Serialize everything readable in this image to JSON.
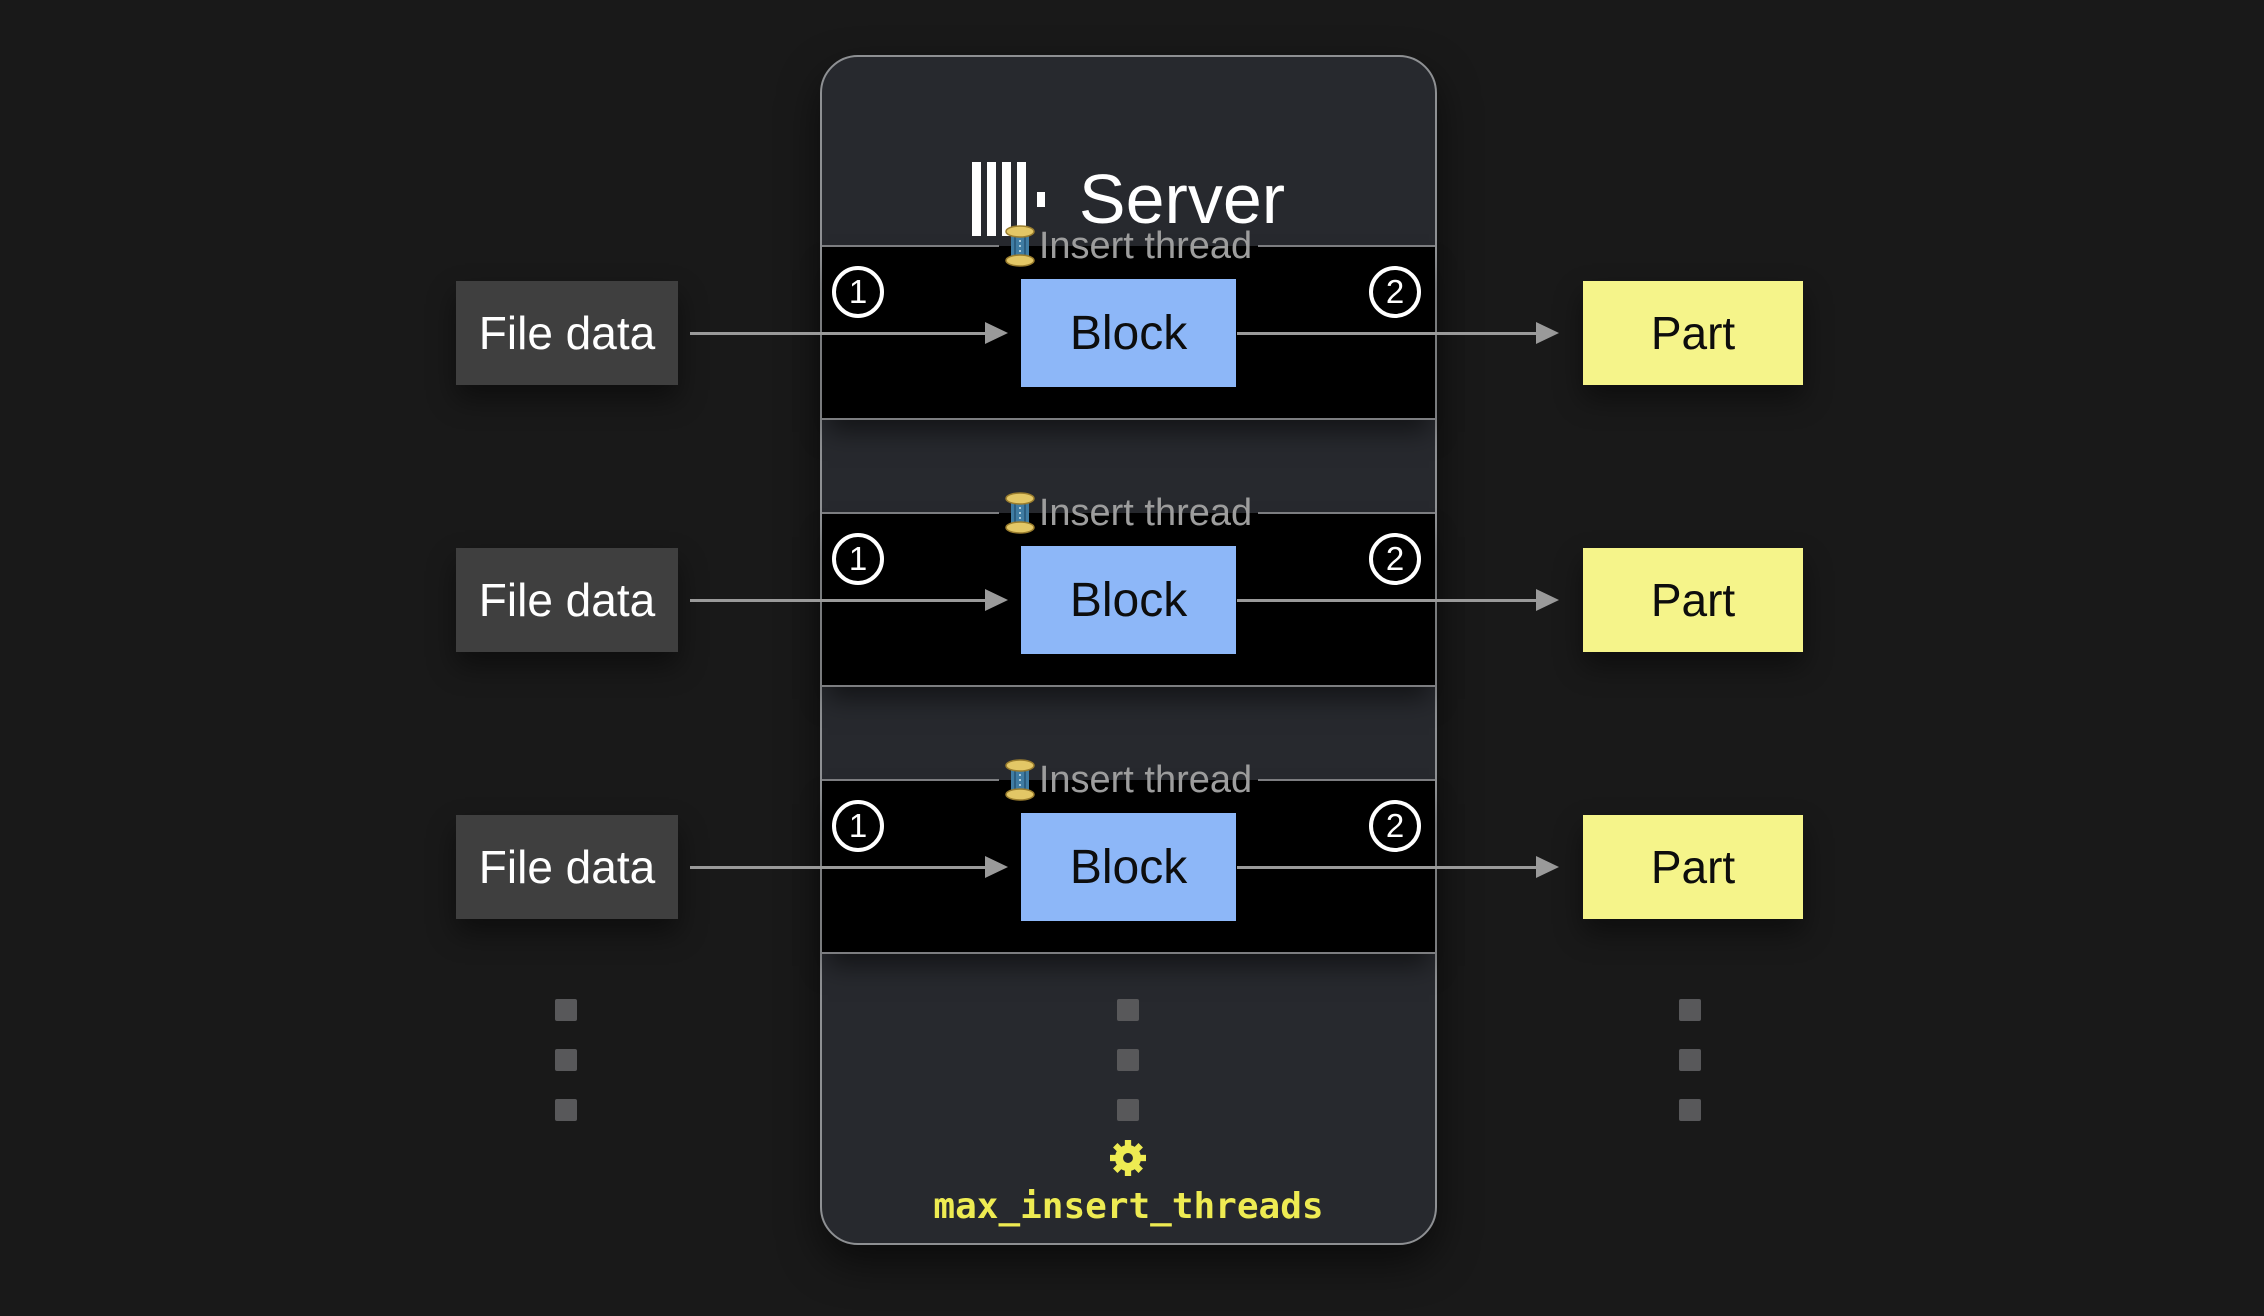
{
  "server": {
    "title": "Server",
    "logo_icon": "clickhouse-logo",
    "setting_label": "max_insert_threads",
    "setting_icon": "gear-icon"
  },
  "threads": [
    {
      "legend": "Insert thread",
      "icon": "thread-spool-icon",
      "step_in": "1",
      "block": "Block",
      "step_out": "2"
    },
    {
      "legend": "Insert thread",
      "icon": "thread-spool-icon",
      "step_in": "1",
      "block": "Block",
      "step_out": "2"
    },
    {
      "legend": "Insert thread",
      "icon": "thread-spool-icon",
      "step_in": "1",
      "block": "Block",
      "step_out": "2"
    }
  ],
  "inputs": [
    {
      "label": "File data"
    },
    {
      "label": "File data"
    },
    {
      "label": "File data"
    }
  ],
  "outputs": [
    {
      "label": "Part"
    },
    {
      "label": "Part"
    },
    {
      "label": "Part"
    }
  ],
  "colors": {
    "page_bg": "#191919",
    "server_bg": "#27292e",
    "server_border": "#8e9093",
    "row_bg": "#000000",
    "row_border": "#7c7d80",
    "block_bg": "#8db7f8",
    "part_bg": "#f5f48a",
    "file_bg": "#3f3f3f",
    "arrow": "#9a9a9a",
    "legend_text": "#9d9d9d",
    "accent_yellow": "#eeeb52",
    "dot": "#58585a"
  }
}
